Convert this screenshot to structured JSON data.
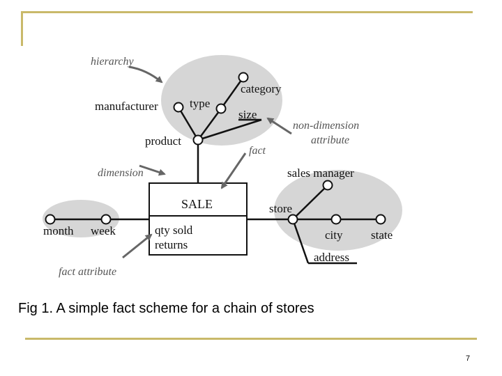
{
  "diagram": {
    "labels": {
      "hierarchy": "hierarchy",
      "category": "category",
      "manufacturer": "manufacturer",
      "type": "type",
      "size": "size",
      "non_dimension_1": "non-dimension",
      "non_dimension_2": "attribute",
      "product": "product",
      "fact": "fact",
      "dimension": "dimension",
      "sales_manager": "sales manager",
      "sale": "SALE",
      "store": "store",
      "month": "month",
      "week": "week",
      "qty_sold": "qty sold",
      "returns": "returns",
      "city": "city",
      "state": "state",
      "address": "address",
      "fact_attribute": "fact attribute"
    }
  },
  "caption": "Fig 1. A simple fact scheme for a chain of stores",
  "page_number": "7"
}
